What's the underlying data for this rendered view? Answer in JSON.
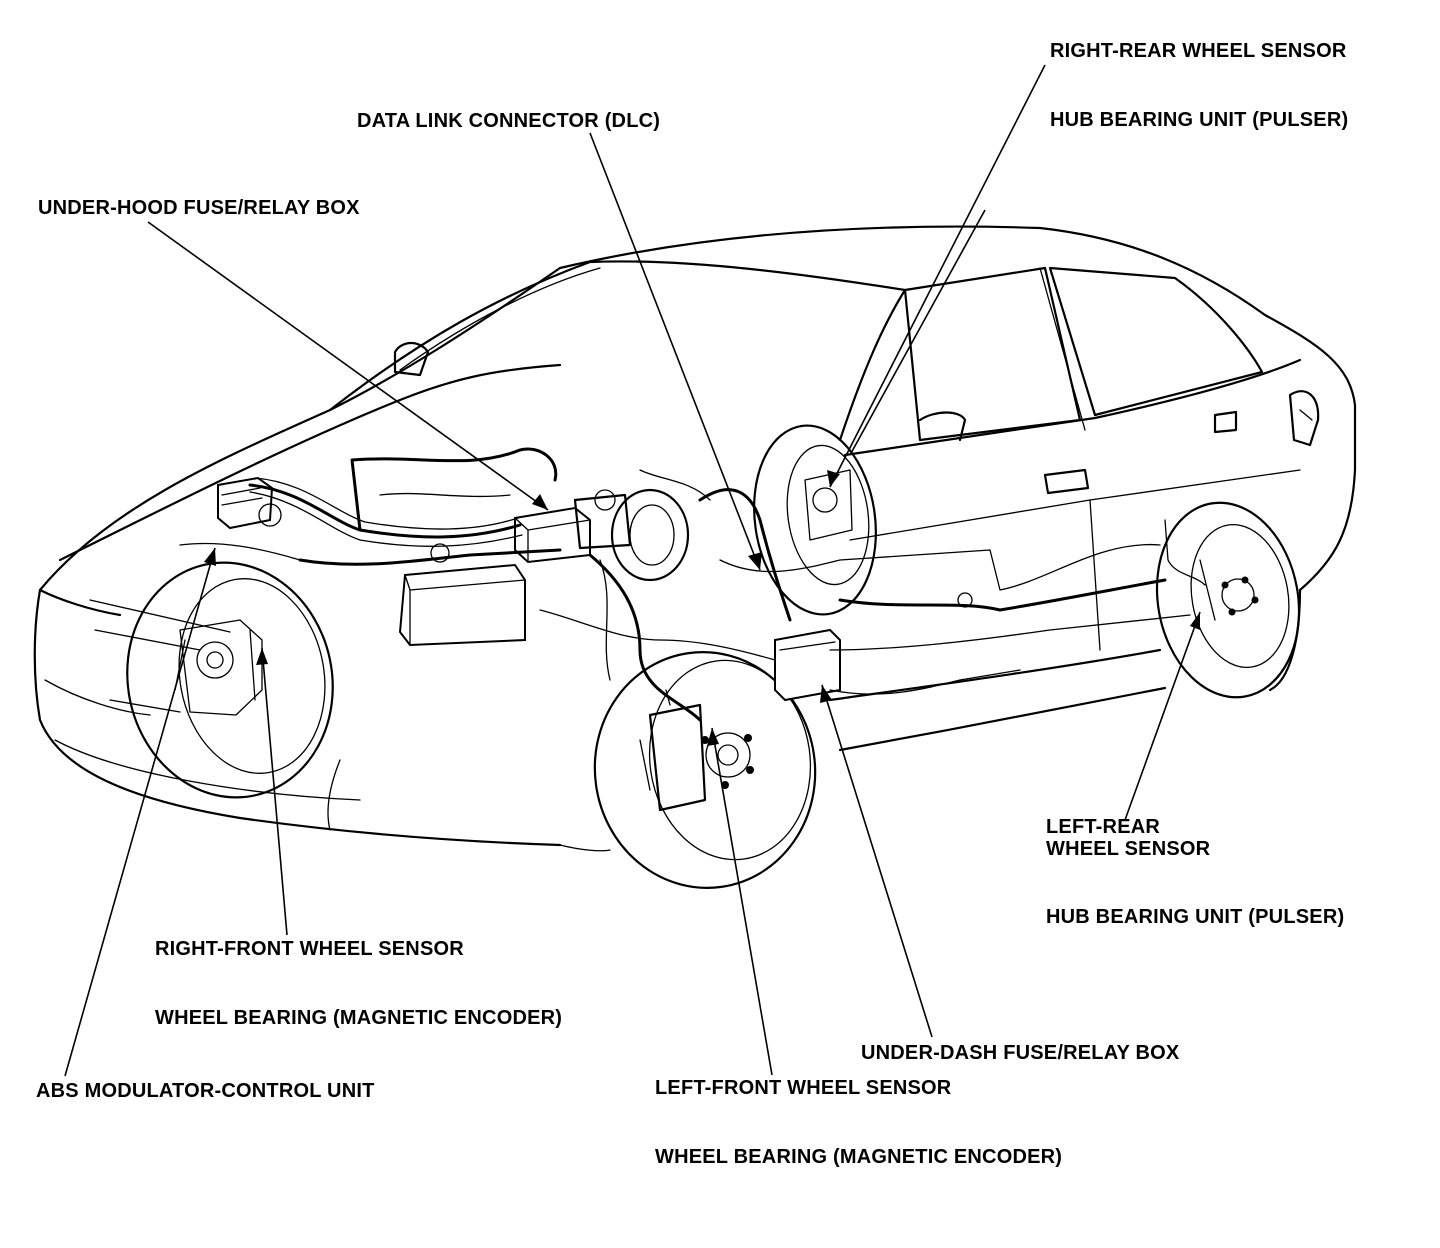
{
  "labels": {
    "right_rear_sensor": "RIGHT-REAR WHEEL SENSOR",
    "right_rear_hub": "HUB BEARING UNIT (PULSER)",
    "dlc": "DATA LINK CONNECTOR (DLC)",
    "under_hood_box": "UNDER-HOOD FUSE/RELAY BOX",
    "left_rear_sensor_line1": "LEFT-REAR",
    "left_rear_sensor_line2": "WHEEL SENSOR",
    "left_rear_hub": "HUB BEARING UNIT (PULSER)",
    "right_front_sensor": "RIGHT-FRONT WHEEL SENSOR",
    "right_front_bearing": "WHEEL BEARING (MAGNETIC ENCODER)",
    "under_dash_box": "UNDER-DASH FUSE/RELAY BOX",
    "abs_unit": "ABS MODULATOR-CONTROL UNIT",
    "left_front_sensor": "LEFT-FRONT WHEEL SENSOR",
    "left_front_bearing": "WHEEL BEARING (MAGNETIC ENCODER)"
  }
}
